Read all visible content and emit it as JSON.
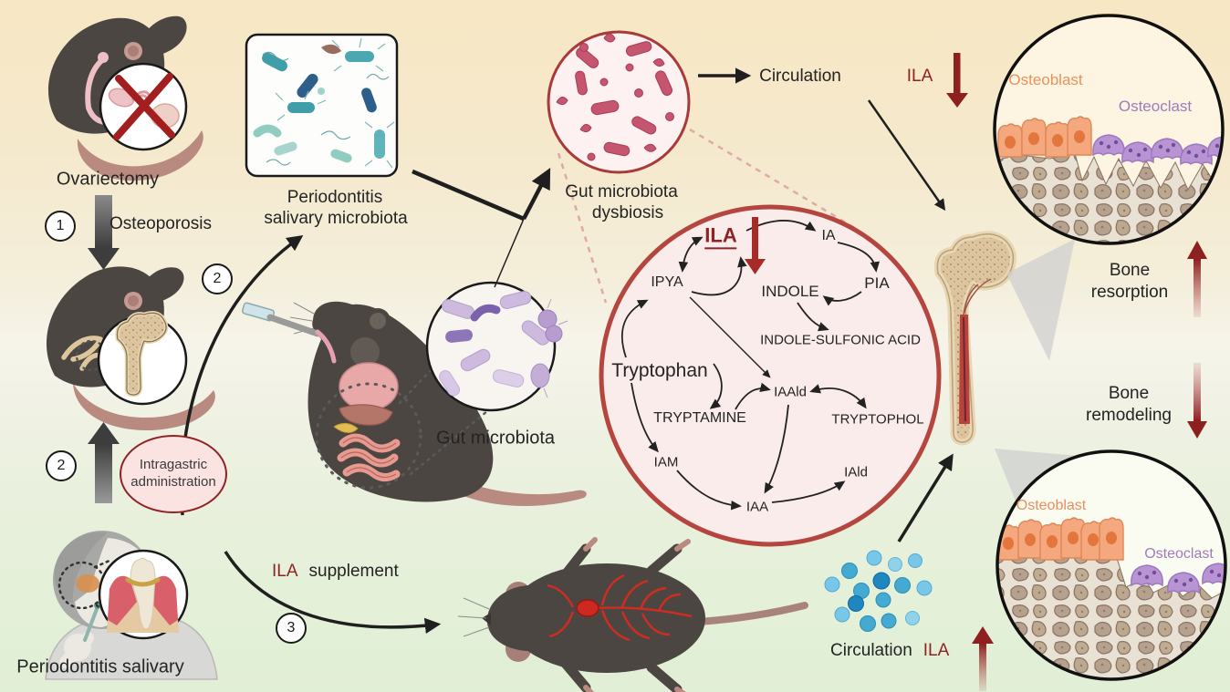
{
  "colors": {
    "dark_red": "#8e2323",
    "brick_circle_border": "#b5463f",
    "arrow_black": "#1f1f1f",
    "osteoblast_orange": "#e8905c",
    "osteoclast_purple": "#9e7cba",
    "blue_dot": "#45aad2",
    "mouse_body": "#4c4642"
  },
  "steps": {
    "one": "1",
    "two": "2",
    "three": "3"
  },
  "top_left": {
    "ovariectomy": "Ovariectomy",
    "osteoporosis": "Osteoporosis"
  },
  "salivary_box": {
    "line1": "Periodontitis",
    "line2": "salivary microbiota"
  },
  "mid_left": {
    "intragastric_line1": "Intragastric",
    "intragastric_line2": "administration"
  },
  "bottom_left": {
    "periodontitis_salivary": "Periodontitis salivary"
  },
  "center": {
    "gut_microbiota": "Gut microbiota"
  },
  "dysbiosis": {
    "line1": "Gut microbiota",
    "line2": "dysbiosis"
  },
  "circulation_top": {
    "circulation": "Circulation",
    "ila": "ILA"
  },
  "pathway": {
    "tryptophan": "Tryptophan",
    "ila": "ILA",
    "ipya": "IPYA",
    "ia": "IA",
    "pia": "PIA",
    "indole": "INDOLE",
    "indole_sulfonic_acid": "INDOLE-SULFONIC ACID",
    "tryptamine": "TRYPTAMINE",
    "iaald": "IAAld",
    "tryptophol": "TRYPTOPHOL",
    "iam": "IAM",
    "iaa": "IAA",
    "iald": "IAld"
  },
  "ila_supplement": {
    "ila": "ILA",
    "supplement": "supplement"
  },
  "circulation_bottom": {
    "circulation": "Circulation",
    "ila": "ILA"
  },
  "bone_right": {
    "osteoblast_top": "Osteoblast",
    "osteoclast_top": "Osteoclast",
    "osteoblast_bottom": "Osteoblast",
    "osteoclast_bottom": "Osteoclast",
    "resorption_line1": "Bone",
    "resorption_line2": "resorption",
    "remodeling_line1": "Bone",
    "remodeling_line2": "remodeling"
  }
}
